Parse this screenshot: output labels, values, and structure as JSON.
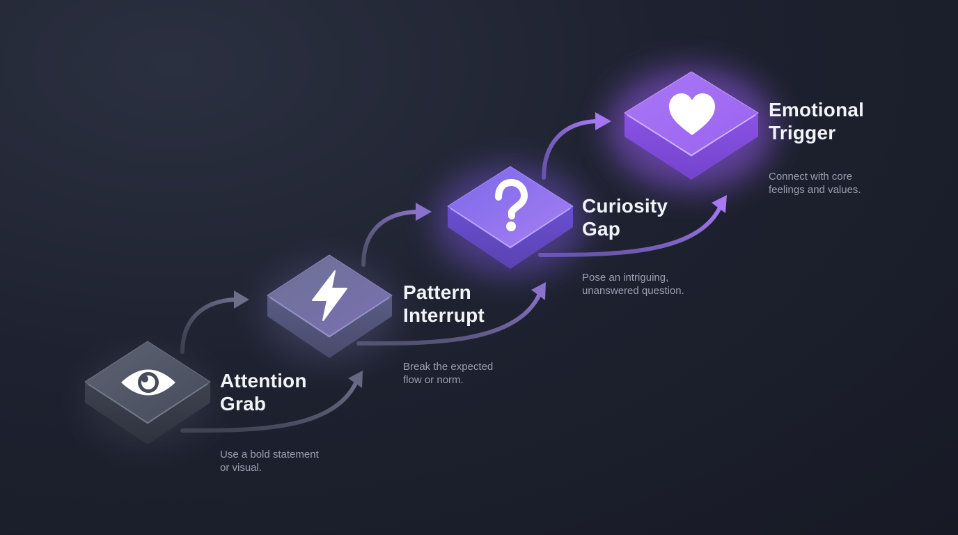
{
  "steps": [
    {
      "title_line1": "Attention",
      "title_line2": "Grab",
      "desc_line1": "Use a bold statement",
      "desc_line2": "or visual.",
      "icon": "eye-icon",
      "color": "#4b5161"
    },
    {
      "title_line1": "Pattern",
      "title_line2": "Interrupt",
      "desc_line1": "Break the expected",
      "desc_line2": "flow or norm.",
      "icon": "lightning-icon",
      "color": "#6e6d9c"
    },
    {
      "title_line1": "Curiosity",
      "title_line2": "Gap",
      "desc_line1": "Pose an intriguing,",
      "desc_line2": "unanswered question.",
      "icon": "question-mark-icon",
      "color": "#8b66e6"
    },
    {
      "title_line1": "Emotional",
      "title_line2": "Trigger",
      "desc_line1": "Connect with core",
      "desc_line2": "feelings and values.",
      "icon": "heart-icon",
      "color": "#9e63f0"
    }
  ],
  "colors": {
    "background": "#1e2230",
    "arrow_start": "#5a6072",
    "arrow_end": "#a978f5",
    "text_title": "#f2f3f7",
    "text_desc": "#9aa0b0"
  }
}
